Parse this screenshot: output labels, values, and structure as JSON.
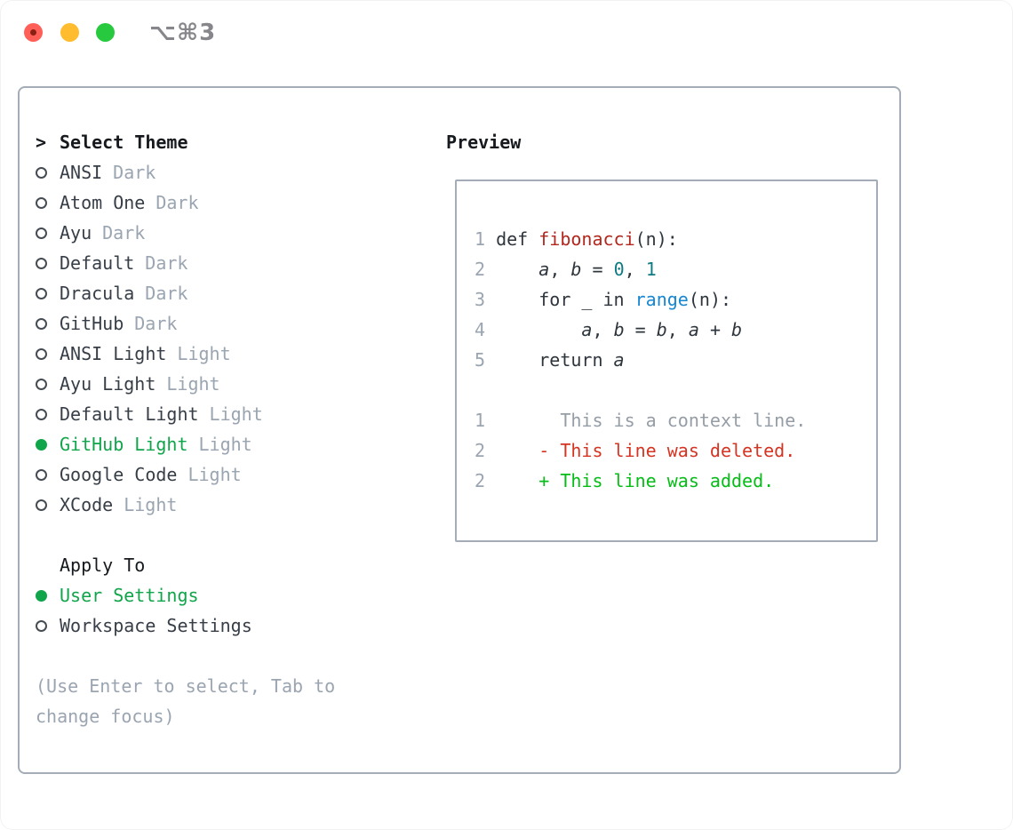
{
  "window": {
    "title": "⌥⌘3",
    "traffic_lights": [
      "close",
      "minimize",
      "zoom"
    ]
  },
  "theme_panel": {
    "prompt": ">",
    "header": "Select Theme",
    "themes": [
      {
        "name": "ANSI",
        "variant": "Dark",
        "selected": false
      },
      {
        "name": "Atom One",
        "variant": "Dark",
        "selected": false
      },
      {
        "name": "Ayu",
        "variant": "Dark",
        "selected": false
      },
      {
        "name": "Default",
        "variant": "Dark",
        "selected": false
      },
      {
        "name": "Dracula",
        "variant": "Dark",
        "selected": false
      },
      {
        "name": "GitHub",
        "variant": "Dark",
        "selected": false
      },
      {
        "name": "ANSI Light",
        "variant": "Light",
        "selected": false
      },
      {
        "name": "Ayu Light",
        "variant": "Light",
        "selected": false
      },
      {
        "name": "Default Light",
        "variant": "Light",
        "selected": false
      },
      {
        "name": "GitHub Light",
        "variant": "Light",
        "selected": true
      },
      {
        "name": "Google Code",
        "variant": "Light",
        "selected": false
      },
      {
        "name": "XCode",
        "variant": "Light",
        "selected": false
      }
    ],
    "apply_to": {
      "label": "Apply To",
      "options": [
        {
          "name": "User Settings",
          "selected": true
        },
        {
          "name": "Workspace Settings",
          "selected": false
        }
      ]
    },
    "hint": "(Use Enter to select, Tab to change focus)"
  },
  "preview": {
    "title": "Preview",
    "lines": [
      {
        "num": "1",
        "tokens": [
          {
            "text": "def ",
            "color": "#2e353d"
          },
          {
            "text": "fibonacci",
            "color": "#b3271e"
          },
          {
            "text": "(n):",
            "color": "#2e353d"
          }
        ]
      },
      {
        "num": "2",
        "tokens": [
          {
            "text": "    ",
            "color": "#2e353d"
          },
          {
            "text": "a",
            "color": "#2e353d",
            "italic": true
          },
          {
            "text": ", ",
            "color": "#2e353d"
          },
          {
            "text": "b",
            "color": "#2e353d",
            "italic": true
          },
          {
            "text": " = ",
            "color": "#2e353d"
          },
          {
            "text": "0",
            "color": "#0e7c82"
          },
          {
            "text": ", ",
            "color": "#2e353d"
          },
          {
            "text": "1",
            "color": "#0e7c82"
          }
        ]
      },
      {
        "num": "3",
        "tokens": [
          {
            "text": "    for _ in ",
            "color": "#2e353d"
          },
          {
            "text": "range",
            "color": "#1787d0"
          },
          {
            "text": "(n):",
            "color": "#2e353d"
          }
        ]
      },
      {
        "num": "4",
        "tokens": [
          {
            "text": "        ",
            "color": "#2e353d"
          },
          {
            "text": "a",
            "color": "#2e353d",
            "italic": true
          },
          {
            "text": ", ",
            "color": "#2e353d"
          },
          {
            "text": "b",
            "color": "#2e353d",
            "italic": true
          },
          {
            "text": " = ",
            "color": "#2e353d"
          },
          {
            "text": "b",
            "color": "#2e353d",
            "italic": true
          },
          {
            "text": ", ",
            "color": "#2e353d"
          },
          {
            "text": "a",
            "color": "#2e353d",
            "italic": true
          },
          {
            "text": " + ",
            "color": "#2e353d"
          },
          {
            "text": "b",
            "color": "#2e353d",
            "italic": true
          }
        ]
      },
      {
        "num": "5",
        "tokens": [
          {
            "text": "    return ",
            "color": "#2e353d"
          },
          {
            "text": "a",
            "color": "#2e353d",
            "italic": true
          }
        ]
      },
      {
        "num": "",
        "tokens": []
      },
      {
        "num": "1",
        "tokens": [
          {
            "text": "      This is a context line.",
            "color": "#959da6"
          }
        ]
      },
      {
        "num": "2",
        "tokens": [
          {
            "text": "    - This line was deleted.",
            "color": "#d53422"
          }
        ]
      },
      {
        "num": "2",
        "tokens": [
          {
            "text": "    + This line was added.",
            "color": "#06bd17"
          }
        ]
      }
    ]
  },
  "colors": {
    "selected_green": "#11a54b",
    "added_green": "#06bd17",
    "deleted_red": "#d53422",
    "function_red": "#b3271e",
    "number_teal": "#0e7c82",
    "builtin_blue": "#1787d0",
    "muted_gray": "#9aa5b1",
    "text_dark": "#2e353d",
    "panel_border": "#a4adb7",
    "traffic_red": "#ff5f57",
    "traffic_yellow": "#febc2e",
    "traffic_green": "#27c93f"
  }
}
